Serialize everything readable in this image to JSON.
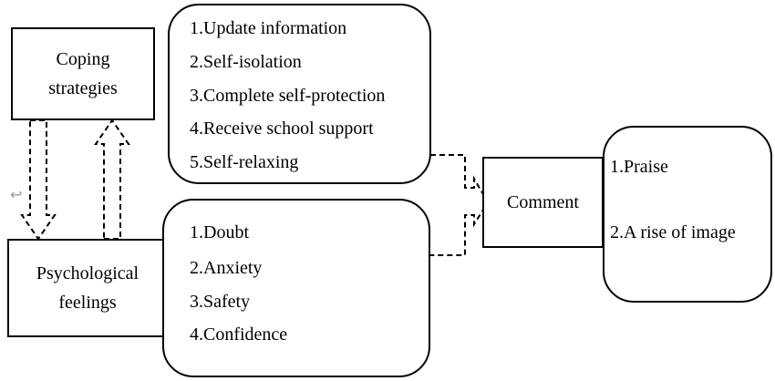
{
  "coping": {
    "title_line1": "Coping",
    "title_line2": "strategies",
    "items": [
      "1.Update information",
      "2.Self-isolation",
      "3.Complete self-protection",
      "4.Receive school support",
      "5.Self-relaxing"
    ]
  },
  "psych": {
    "title_line1": "Psychological",
    "title_line2": "feelings",
    "items": [
      "1.Doubt",
      "2.Anxiety",
      "3.Safety",
      "4.Confidence"
    ]
  },
  "comment": {
    "title": "Comment",
    "items": [
      "1.Praise",
      "2.A rise of image"
    ]
  },
  "stray_mark": "↩"
}
